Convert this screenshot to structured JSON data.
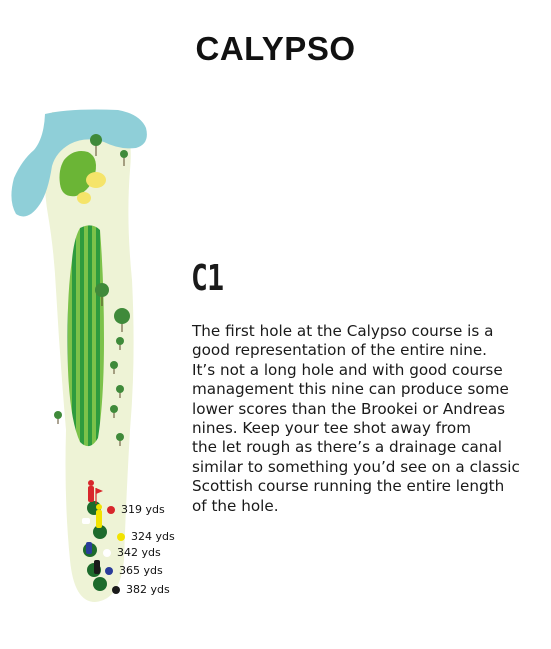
{
  "page": {
    "title": "CALYPSO",
    "hole_id": "C1",
    "description_lines": [
      "The first hole at the Calypso course is a",
      "good representation of the entire nine.",
      "It’s not a long hole and with good course",
      "management this nine can produce some",
      "lower scores than the Brookei or Andreas",
      "nines.  Keep your tee shot away from",
      "the let rough as there’s a drainage canal",
      "similar to something you’d see on a classic",
      "Scottish course running the entire length",
      "of the hole."
    ]
  },
  "tees": [
    {
      "label": "319 yds",
      "color": "#d8262c"
    },
    {
      "label": "324 yds",
      "color": "#f2e300"
    },
    {
      "label": "342 yds",
      "color": "#ffffff"
    },
    {
      "label": "365 yds",
      "color": "#2a3c9a"
    },
    {
      "label": "382 yds",
      "color": "#1a1a1a"
    }
  ],
  "colors": {
    "water": "#8fcfd8",
    "rough": "#eef3d6",
    "fairway_dark": "#2e9b3e",
    "fairway_light": "#7cc24a",
    "green": "#6bb536",
    "bunker": "#f5e46a",
    "tee_box": "#1d6b2c"
  },
  "icons": [
    "tree-icon",
    "flag-icon",
    "tee-marker-icon"
  ]
}
